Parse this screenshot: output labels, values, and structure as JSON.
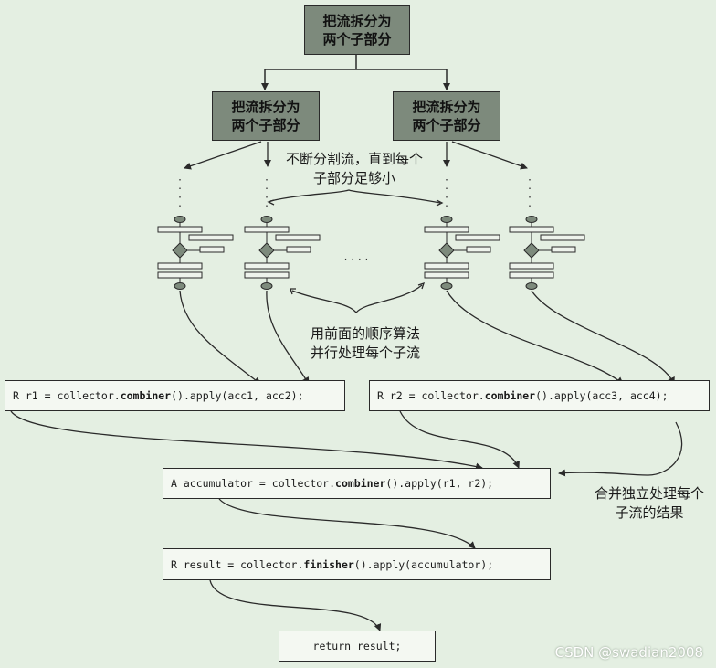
{
  "split_boxes": {
    "top": "把流拆分为\n两个子部分",
    "left": "把流拆分为\n两个子部分",
    "right": "把流拆分为\n两个子部分"
  },
  "notes": {
    "split_note": "不断分割流，直到每个\n子部分足够小",
    "parallel_note": "用前面的顺序算法\n并行处理每个子流",
    "merge_note": "合并独立处理每个\n子流的结果"
  },
  "ellipsis": "· · · ·",
  "code": {
    "r1": {
      "pre": "R r1 = collector.",
      "bold": "combiner",
      "post": "().apply(acc1, acc2);"
    },
    "r2": {
      "pre": "R r2 = collector.",
      "bold": "combiner",
      "post": "().apply(acc3, acc4);"
    },
    "accumulator": {
      "pre": "A accumulator = collector.",
      "bold": "combiner",
      "post": "().apply(r1, r2);"
    },
    "result": {
      "pre": "R result = collector.",
      "bold": "finisher",
      "post": "().apply(accumulator);"
    },
    "return": {
      "pre": "return result;",
      "bold": "",
      "post": ""
    }
  },
  "watermark": "CSDN @swadian2008"
}
